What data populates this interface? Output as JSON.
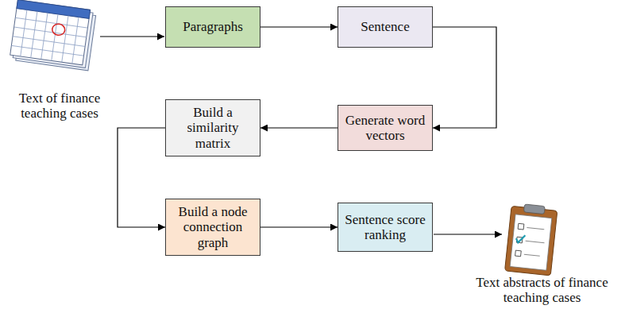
{
  "diagram": {
    "nodes": [
      {
        "text": [
          "Paragraphs"
        ]
      },
      {
        "text": [
          "Sentence"
        ]
      },
      {
        "text": [
          "Generate word vectors"
        ]
      },
      {
        "text": [
          "Build a similarity matrix"
        ]
      },
      {
        "text": [
          "Build a node connection graph"
        ]
      },
      {
        "text": [
          "Sentence score ranking"
        ]
      }
    ],
    "edges": [
      {
        "from": 0,
        "to": 1,
        "arrow": "to"
      },
      {
        "from": 1,
        "to": 2,
        "arrow": "to"
      },
      {
        "from": 2,
        "to": 3,
        "arrow": "to"
      },
      {
        "from": 3,
        "to": 4,
        "arrow": "to"
      },
      {
        "from": 4,
        "to": 5,
        "arrow": "to"
      }
    ],
    "labels": [
      "Text of finance teaching cases",
      "Text abstracts of finance teaching cases"
    ]
  }
}
